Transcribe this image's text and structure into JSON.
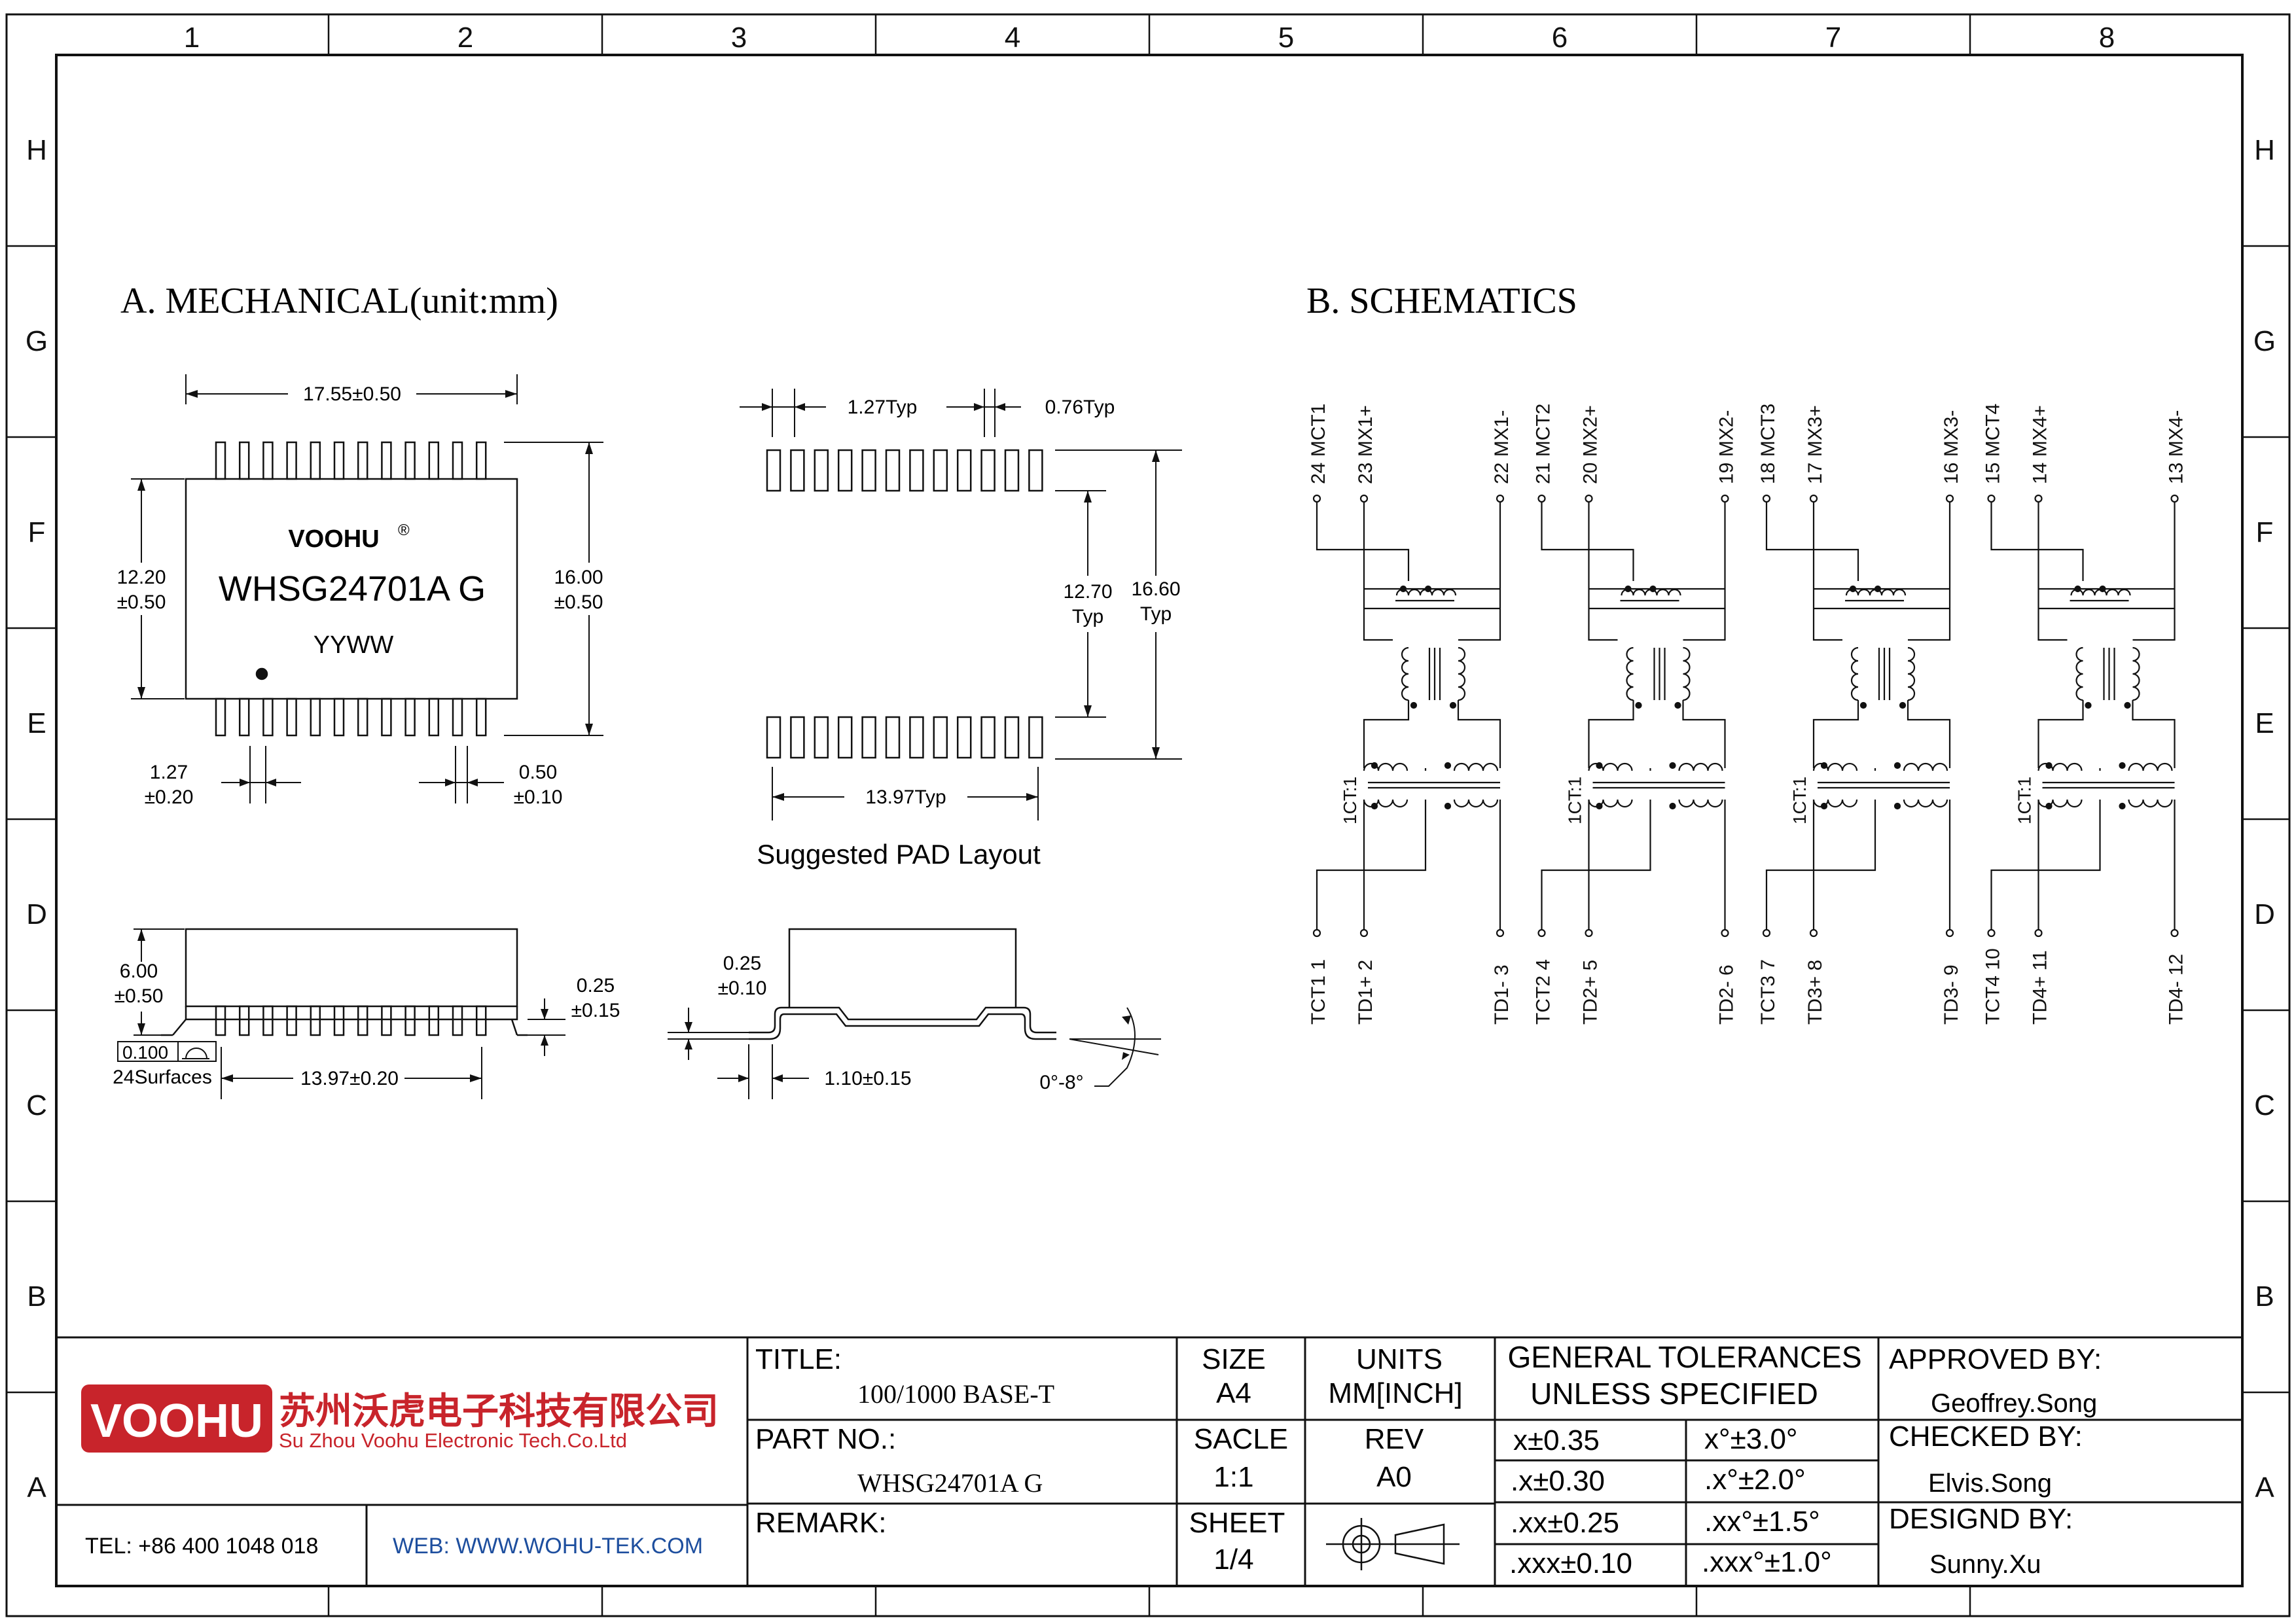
{
  "frame": {
    "columns": [
      "1",
      "2",
      "3",
      "4",
      "5",
      "6",
      "7",
      "8"
    ],
    "rows": [
      "H",
      "G",
      "F",
      "E",
      "D",
      "C",
      "B",
      "A"
    ]
  },
  "mechanical": {
    "heading": "A. MECHANICAL(unit:mm)",
    "brand": "VOOHU",
    "brand_mark": "®",
    "part": "WHSG24701A G",
    "date_code": "YYWW",
    "dims": {
      "width": "17.55±0.50",
      "body_h_a": "12.20",
      "body_h_b": "±0.50",
      "overall_a": "16.00",
      "overall_b": "±0.50",
      "pitch_a": "1.27",
      "pitch_b": "±0.20",
      "lead_w_a": "0.50",
      "lead_w_b": "±0.10",
      "height_a": "6.00",
      "height_b": "±0.50",
      "flat_a": "0.25",
      "flat_b": "±0.15",
      "coplan": "0.100",
      "surfaces": "24Surfaces",
      "span": "13.97±0.20",
      "thick_a": "0.25",
      "thick_b": "±0.10",
      "foot": "1.10±0.15",
      "angle": "0°-8°"
    },
    "pad": {
      "pitch": "1.27Typ",
      "width": "0.76Typ",
      "inner_a": "12.70",
      "inner_b": "Typ",
      "outer_a": "16.60",
      "outer_b": "Typ",
      "span": "13.97Typ",
      "caption": "Suggested PAD Layout"
    }
  },
  "schematics": {
    "heading": "B. SCHEMATICS",
    "ratio": "1CT:1",
    "channels": [
      {
        "top": [
          "24  MCT1",
          "23  MX1+",
          "22  MX1-"
        ],
        "bottom": [
          "TCT1  1",
          "TD1+  2",
          "TD1-  3"
        ]
      },
      {
        "top": [
          "21  MCT2",
          "20  MX2+",
          "19  MX2-"
        ],
        "bottom": [
          "TCT2  4",
          "TD2+  5",
          "TD2-  6"
        ]
      },
      {
        "top": [
          "18  MCT3",
          "17  MX3+",
          "16  MX3-"
        ],
        "bottom": [
          "TCT3  7",
          "TD3+  8",
          "TD3-  9"
        ]
      },
      {
        "top": [
          "15  MCT4",
          "14  MX4+",
          "13  MX4-"
        ],
        "bottom": [
          "TCT4  10",
          "TD4+  11",
          "TD4-  12"
        ]
      }
    ]
  },
  "title_block": {
    "logo": "VOOHU",
    "company_cn": "苏州沃虎电子科技有限公司",
    "company_en": "Su Zhou Voohu Electronic Tech.Co.Ltd",
    "tel": "TEL: +86 400 1048 018",
    "web": "WEB: WWW.WOHU-TEK.COM",
    "title_label": "TITLE:",
    "title_value": "100/1000 BASE-T",
    "part_label": "PART NO.:",
    "part_value": "WHSG24701A G",
    "remark_label": "REMARK:",
    "size_label": "SIZE",
    "size_value": "A4",
    "units_label": "UNITS",
    "units_value": "MM[INCH]",
    "scale_label": "SACLE",
    "scale_value": "1:1",
    "rev_label": "REV",
    "rev_value": "A0",
    "sheet_label": "SHEET",
    "sheet_value": "1/4",
    "tol_head_1": "GENERAL TOLERANCES",
    "tol_head_2": "UNLESS SPECIFIED",
    "tolerances": [
      "x±0.35",
      "x°±3.0°",
      ".x±0.30",
      ".x°±2.0°",
      ".xx±0.25",
      ".xx°±1.5°",
      ".xxx±0.10",
      ".xxx°±1.0°"
    ],
    "approved_label": "APPROVED BY:",
    "approved_value": "Geoffrey.Song",
    "checked_label": "CHECKED BY:",
    "checked_value": "Elvis.Song",
    "designed_label": "DESIGND BY:",
    "designed_value": "Sunny.Xu",
    "accent_color": "#c8242b",
    "link_color": "#1d4e9e"
  }
}
